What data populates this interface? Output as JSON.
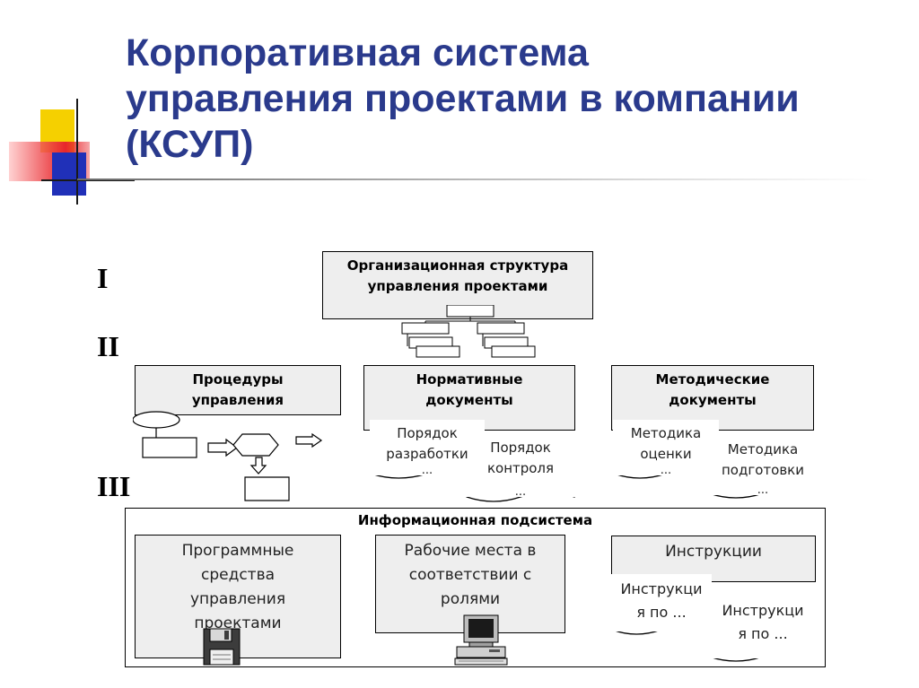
{
  "title": {
    "line1": "Корпоративная система",
    "line2": "управления проектами в компании",
    "line3": "(КСУП)"
  },
  "levels": {
    "one": "I",
    "two": "II",
    "three": "III"
  },
  "org": {
    "line1": "Организационная структура",
    "line2": "управления проектами"
  },
  "procedures": {
    "line1": "Процедуры",
    "line2": "управления"
  },
  "normative": {
    "line1": "Нормативные",
    "line2": "документы",
    "doc1": {
      "line1": "Порядок",
      "line2": "разработки",
      "dots": "..."
    },
    "doc2": {
      "line1": "Порядок",
      "line2": "контроля",
      "dots": "..."
    }
  },
  "methodical": {
    "line1": "Методические",
    "line2": "документы",
    "doc1": {
      "line1": "Методика",
      "line2": "оценки",
      "dots": "..."
    },
    "doc2": {
      "line1": "Методика",
      "line2": "подготовки",
      "dots": "..."
    }
  },
  "info": {
    "title": "Информационная подсистема",
    "software": {
      "line1": "Программные",
      "line2": "средства",
      "line3": "управления",
      "line4": "проектами"
    },
    "workplaces": {
      "line1": "Рабочие места в",
      "line2": "соответствии с",
      "line3": "ролями"
    },
    "instructions": {
      "label": "Инструкции",
      "doc1": {
        "line1": "Инструкци",
        "line2": "я по ..."
      },
      "doc2": {
        "line1": "Инструкци",
        "line2": "я по ..."
      }
    }
  },
  "icons": [
    "floppy-disk-icon",
    "computer-icon",
    "flowchart-icon",
    "org-chart-icon",
    "arrow-right-icon"
  ],
  "colors": {
    "title": "#2a3a8c",
    "box_fill": "#eeeeee",
    "decor_yellow": "#f5d000",
    "decor_red": "#e8262c",
    "decor_blue": "#2030b8"
  }
}
